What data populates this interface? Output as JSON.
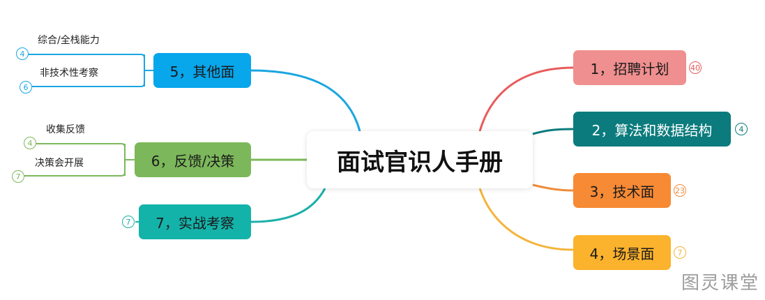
{
  "title": "面试官识人手册",
  "colors": {
    "n1": "#ef8f8f",
    "n2": "#0c7b7d",
    "n3": "#f78a35",
    "n4": "#fbb22c",
    "n5": "#08a6eb",
    "n6": "#7cb85b",
    "n7": "#14b3aa",
    "e1": "#e85b5b",
    "e2": "#0c7b7d",
    "e3": "#ee8c3b",
    "e4": "#f4b43b",
    "e5": "#1aa6e0",
    "e6": "#7cb85b",
    "e7": "#1bb0a8"
  },
  "right_branches": [
    {
      "label": "1，招聘计划",
      "count": "40"
    },
    {
      "label": "2，算法和数据结构",
      "count": "4"
    },
    {
      "label": "3，技术面",
      "count": "23"
    },
    {
      "label": "4，场景面",
      "count": "7"
    }
  ],
  "left_branches": [
    {
      "label": "5，其他面",
      "children": [
        {
          "label": "综合/全栈能力",
          "count": "4"
        },
        {
          "label": "非技术性考察",
          "count": "6"
        }
      ]
    },
    {
      "label": "6，反馈/决策",
      "children": [
        {
          "label": "收集反馈",
          "count": "4"
        },
        {
          "label": "决策会开展",
          "count": "7"
        }
      ]
    },
    {
      "label": "7，实战考察",
      "count": "7"
    }
  ],
  "watermark": "图灵课堂"
}
